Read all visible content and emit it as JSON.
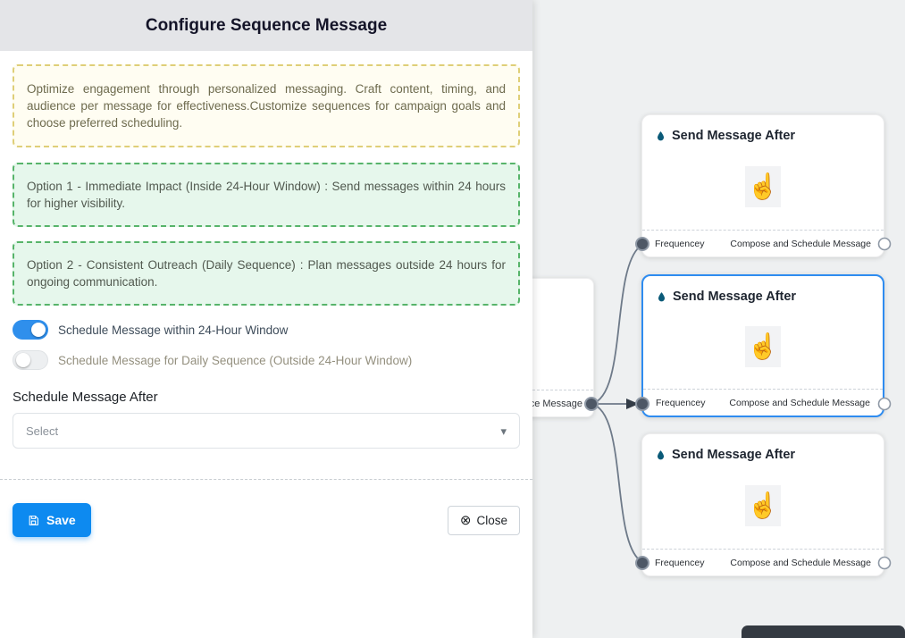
{
  "panel": {
    "title": "Configure Sequence Message",
    "info_note": "Optimize engagement through personalized messaging. Craft content, timing, and audience per message for effectiveness.Customize sequences for campaign goals and choose preferred scheduling.",
    "option1": "Option 1 - Immediate Impact (Inside 24-Hour Window) : Send messages within 24 hours for higher visibility.",
    "option2": "Option 2 - Consistent Outreach (Daily Sequence) : Plan messages outside 24 hours for ongoing communication.",
    "toggles": {
      "within_24h": {
        "label": "Schedule Message within 24-Hour Window",
        "state": "on"
      },
      "daily": {
        "label": "Schedule Message for Daily Sequence (Outside 24-Hour Window)",
        "state": "off"
      }
    },
    "schedule_after": {
      "label": "Schedule Message After",
      "value": "Select"
    },
    "buttons": {
      "save": "Save",
      "close": "Close"
    }
  },
  "canvas": {
    "partial_node_label": "ce Message",
    "nodes": [
      {
        "title": "Send Message After",
        "footer_left": "Frequencey",
        "footer_right": "Compose and Schedule Message",
        "selected": false
      },
      {
        "title": "Send Message After",
        "footer_left": "Frequencey",
        "footer_right": "Compose and Schedule Message",
        "selected": true
      },
      {
        "title": "Send Message After",
        "footer_left": "Frequencey",
        "footer_right": "Compose and Schedule Message",
        "selected": false
      }
    ]
  },
  "icons": {
    "caret_glyph": "▾",
    "close_glyph": "⊗",
    "hand_glyph": "☝"
  },
  "colors": {
    "primary_button": "#0d8af0",
    "toggle_on": "#2f8fec",
    "selected_node_border": "#2e8cf0",
    "note_yellow_border": "#dfcf78",
    "note_green_border": "#57b46a",
    "canvas_background": "#eef0f1"
  }
}
